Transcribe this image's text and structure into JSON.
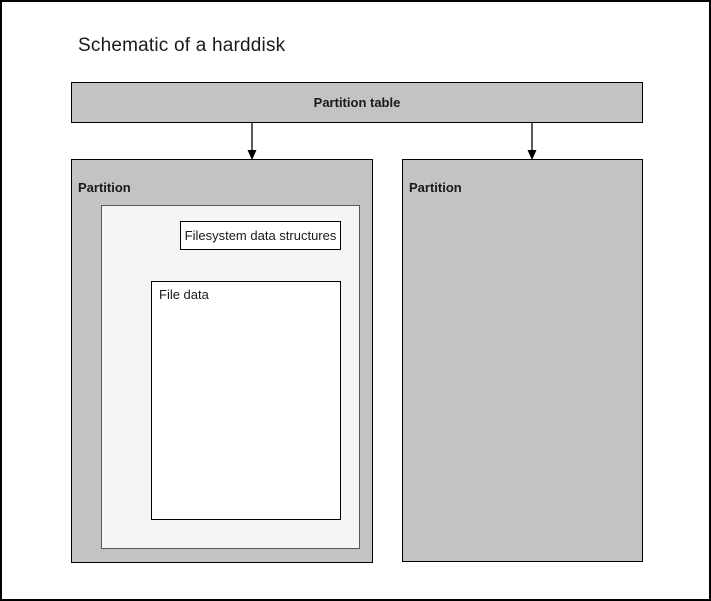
{
  "title": "Schematic of a harddisk",
  "diagram": {
    "partition_table": {
      "label": "Partition table"
    },
    "left_partition": {
      "label": "Partition",
      "filesystem_box": {
        "label": "Filesystem data structures"
      },
      "file_data_box": {
        "label": "File data"
      }
    },
    "right_partition": {
      "label": "Partition"
    }
  },
  "colors": {
    "canvas_bg": "#ffffff",
    "frame_border": "#000000",
    "box_fill": "#c3c3c3",
    "box_border": "#000000",
    "inner_fill": "#f5f5f5",
    "inner_border": "#595959",
    "leaf_fill": "#ffffff",
    "text": "#1a1a1a",
    "arrow": "#000000"
  }
}
